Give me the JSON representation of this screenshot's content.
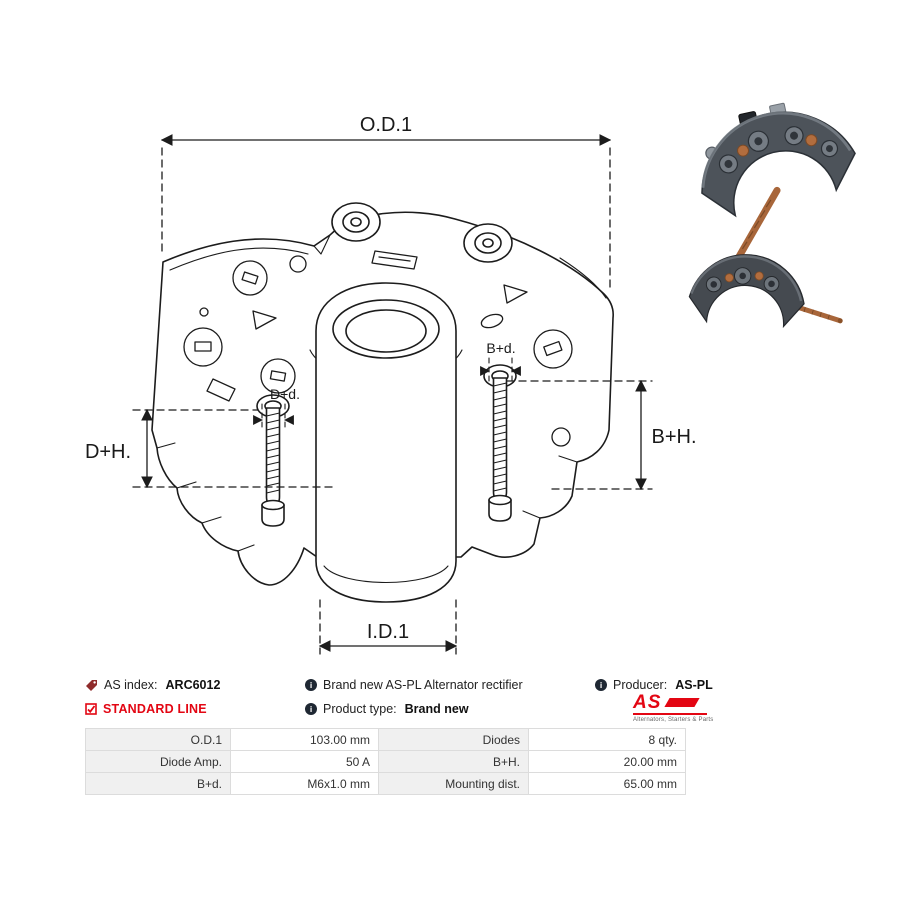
{
  "drawing": {
    "dim_labels": {
      "od1": "O.D.1",
      "id1": "I.D.1",
      "dplush": "D+H.",
      "bplush": "B+H.",
      "dplusd": "D+d.",
      "bplusd": "B+d."
    }
  },
  "info": {
    "as_index": {
      "label": "AS index:",
      "value": "ARC6012"
    },
    "description": "Brand new AS-PL Alternator rectifier",
    "producer": {
      "label": "Producer:",
      "value": "AS-PL"
    },
    "standard_line": "STANDARD LINE",
    "product_type": {
      "label": "Product type:",
      "value": "Brand new"
    },
    "brand": {
      "logo_text": "AS",
      "tagline": "Alternators, Starters & Parts"
    }
  },
  "spec_table": {
    "rows": [
      {
        "c0": "O.D.1",
        "c1": "103.00 mm",
        "c2": "Diodes",
        "c3": "8 qty."
      },
      {
        "c0": "Diode Amp.",
        "c1": "50 A",
        "c2": "B+H.",
        "c3": "20.00 mm"
      },
      {
        "c0": "B+d.",
        "c1": "M6x1.0 mm",
        "c2": "Mounting dist.",
        "c3": "65.00 mm"
      }
    ]
  },
  "colors": {
    "accent_red": "#e30613",
    "line": "#1c1c1c"
  }
}
